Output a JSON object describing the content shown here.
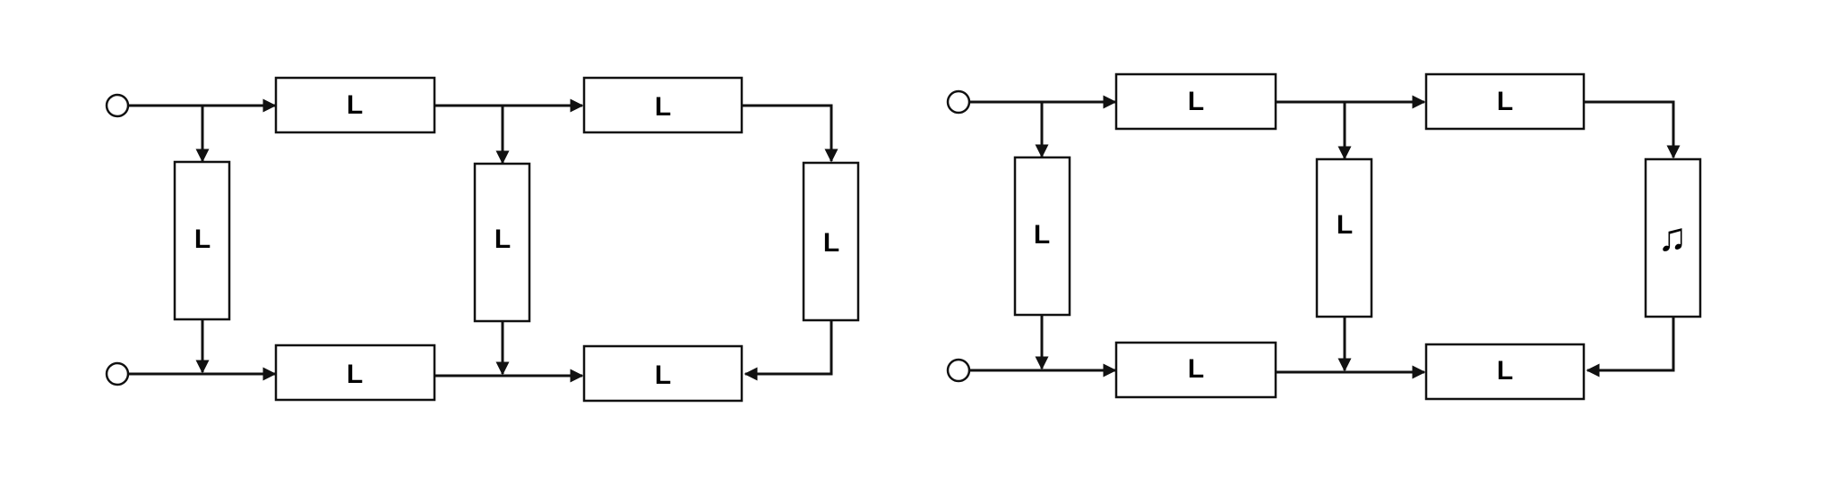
{
  "diagrams": [
    {
      "labels": {
        "top1": "L",
        "top2": "L",
        "vert1": "L",
        "vert2": "L",
        "vert3": "L",
        "bot1": "L",
        "bot2": "L"
      }
    },
    {
      "labels": {
        "top1": "L",
        "top2": "L",
        "vert1": "L",
        "vert2": "L",
        "vert3": "♫",
        "bot1": "L",
        "bot2": "L"
      }
    }
  ]
}
